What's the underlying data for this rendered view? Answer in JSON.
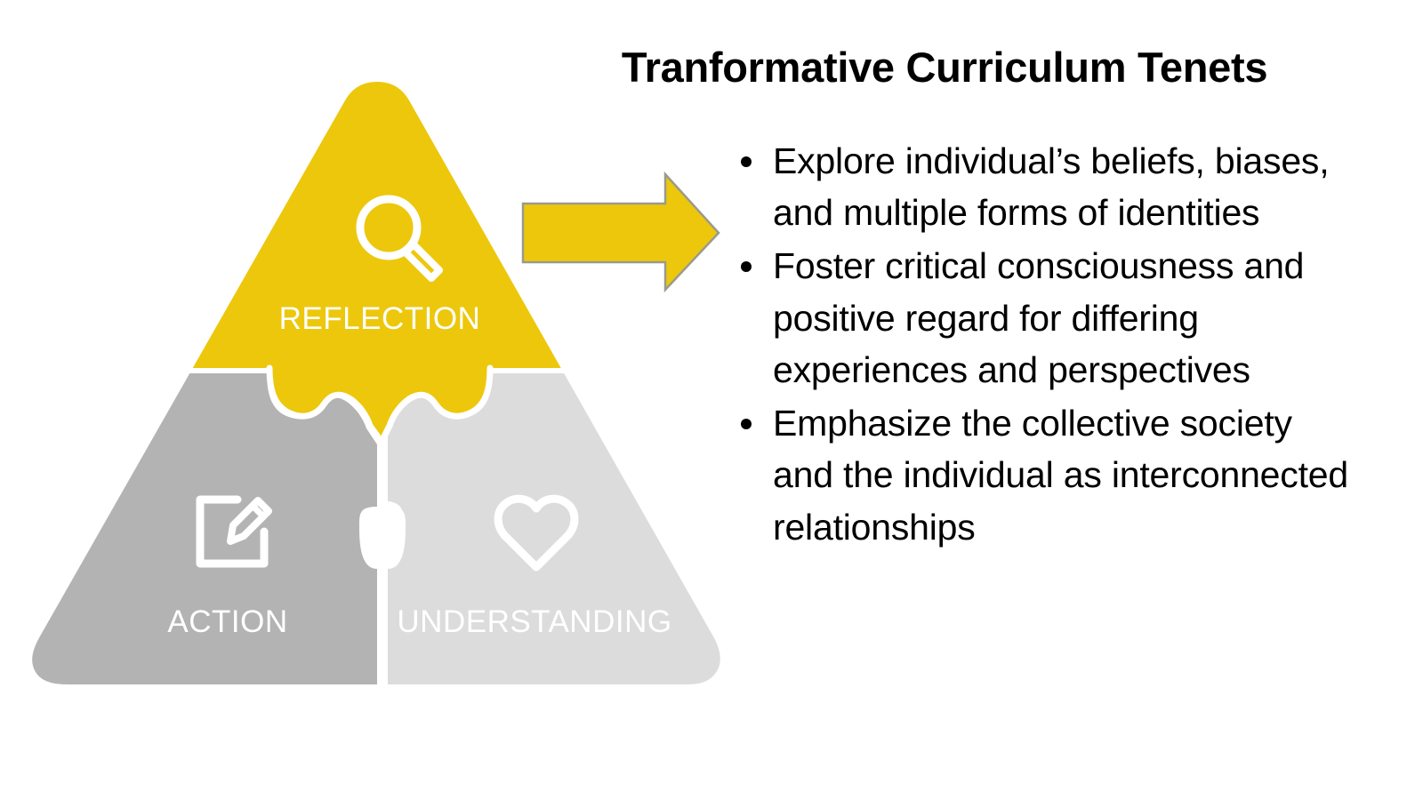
{
  "slide": {
    "background_color": "#ffffff",
    "title": "Tranformative Curriculum Tenets"
  },
  "colors": {
    "accent_yellow": "#EDC70C",
    "arrow_yellow": "#EDC70C",
    "arrow_outline": "#8C8C8C",
    "gray_dark": "#B3B3B3",
    "gray_light": "#DCDCDC",
    "label_text": "#FFFFFF",
    "body_text": "#000000",
    "separator": "#FFFFFF"
  },
  "diagram": {
    "name": "puzzle-triangle",
    "shape": "triangle split into three interlocking puzzle pieces",
    "pieces": [
      {
        "id": "reflection",
        "label": "REFLECTION",
        "icon": "magnifier-icon",
        "fill": "#EDC70C",
        "position": "top"
      },
      {
        "id": "action",
        "label": "ACTION",
        "icon": "edit-document-icon",
        "fill": "#B3B3B3",
        "position": "bottom-left"
      },
      {
        "id": "understanding",
        "label": "UNDERSTANDING",
        "icon": "heart-icon",
        "fill": "#DCDCDC",
        "position": "bottom-right"
      }
    ],
    "connector": {
      "name": "arrow-right",
      "icon": "arrow-right-icon",
      "points_to": "bullet-list",
      "fill": "#EDC70C"
    }
  },
  "bullets": [
    "Explore individual’s beliefs, biases, and multiple forms of identities",
    "Foster critical consciousness and positive regard for differing experiences and perspectives",
    "Emphasize the collective society and the individual as interconnected relationships"
  ]
}
